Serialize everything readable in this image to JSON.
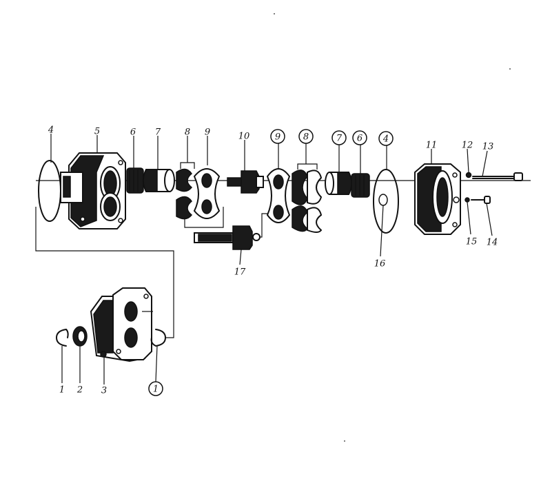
{
  "callouts": [
    {
      "id": "c4a",
      "label": "4",
      "circled": false
    },
    {
      "id": "c5",
      "label": "5",
      "circled": false
    },
    {
      "id": "c6a",
      "label": "6",
      "circled": false
    },
    {
      "id": "c7a",
      "label": "7",
      "circled": false
    },
    {
      "id": "c8a",
      "label": "8",
      "circled": false
    },
    {
      "id": "c9a",
      "label": "9",
      "circled": false
    },
    {
      "id": "c10",
      "label": "10",
      "circled": false
    },
    {
      "id": "c9b",
      "label": "9",
      "circled": true
    },
    {
      "id": "c8b",
      "label": "8",
      "circled": true
    },
    {
      "id": "c7b",
      "label": "7",
      "circled": true
    },
    {
      "id": "c6b",
      "label": "6",
      "circled": true
    },
    {
      "id": "c4b",
      "label": "4",
      "circled": true
    },
    {
      "id": "c11",
      "label": "11",
      "circled": false
    },
    {
      "id": "c12",
      "label": "12",
      "circled": false
    },
    {
      "id": "c13",
      "label": "13",
      "circled": false
    },
    {
      "id": "c15",
      "label": "15",
      "circled": false
    },
    {
      "id": "c14",
      "label": "14",
      "circled": false
    },
    {
      "id": "c16",
      "label": "16",
      "circled": false
    },
    {
      "id": "c17",
      "label": "17",
      "circled": false
    },
    {
      "id": "c1a",
      "label": "1",
      "circled": false
    },
    {
      "id": "c2",
      "label": "2",
      "circled": false
    },
    {
      "id": "c3",
      "label": "3",
      "circled": false
    },
    {
      "id": "c1b",
      "label": "1",
      "circled": true
    }
  ]
}
